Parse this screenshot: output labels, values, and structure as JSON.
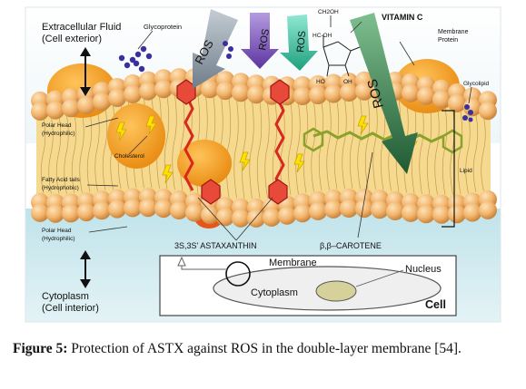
{
  "labels": {
    "extracellular": "Extracellular Fluid",
    "cell_exterior": "(Cell exterior)",
    "glycoprotein": "Glycoprotein",
    "ros": "ROS",
    "vitamin_c": "VITAMIN C",
    "membrane_protein_1": "Membrane",
    "membrane_protein_2": "Protein",
    "glycolipid": "Glycolipid",
    "polar_head_top_1": "Polar Head",
    "polar_head_top_2": "(Hydrophilic)",
    "cholesterol": "Cholesterol",
    "fatty_acid_1": "Fatty Acid tails",
    "fatty_acid_2": "(Hydrophobic)",
    "lipid": "Lipid",
    "polar_head_bottom_1": "Polar Head",
    "polar_head_bottom_2": "(Hydrophilic)",
    "astaxanthin": "3S,3S' ASTAXANTHIN",
    "carotene": "β,β–CAROTENE",
    "cytoplasm": "Cytoplasm",
    "cell_interior": "(Cell interior)",
    "inset_membrane": "Membrane",
    "inset_nucleus": "Nucleus",
    "inset_cytoplasm": "Cytoplasm",
    "inset_cell": "Cell",
    "vitc_ch2oh": "CH2OH",
    "vitc_hc_oh": "HC-OH",
    "vitc_ho": "HO",
    "vitc_oh": "OH"
  },
  "caption": {
    "label": "Figure 5:",
    "text": " Protection of ASTX against ROS in the double-layer membrane [54]."
  },
  "colors": {
    "head": "#f2b46c",
    "tails": "#f5d98f",
    "protein": "#f5a22a",
    "astaxanthin": "#d8281f",
    "carotene": "#8aa12a",
    "ros_gray": "#8f9aa6",
    "ros_purple": "#7a50b8",
    "ros_teal": "#3fbf9f",
    "ros_green": "#2f7a4a",
    "glycoprotein": "#3a2fa0",
    "cytoplasm_bg": "#cfe9ee"
  }
}
